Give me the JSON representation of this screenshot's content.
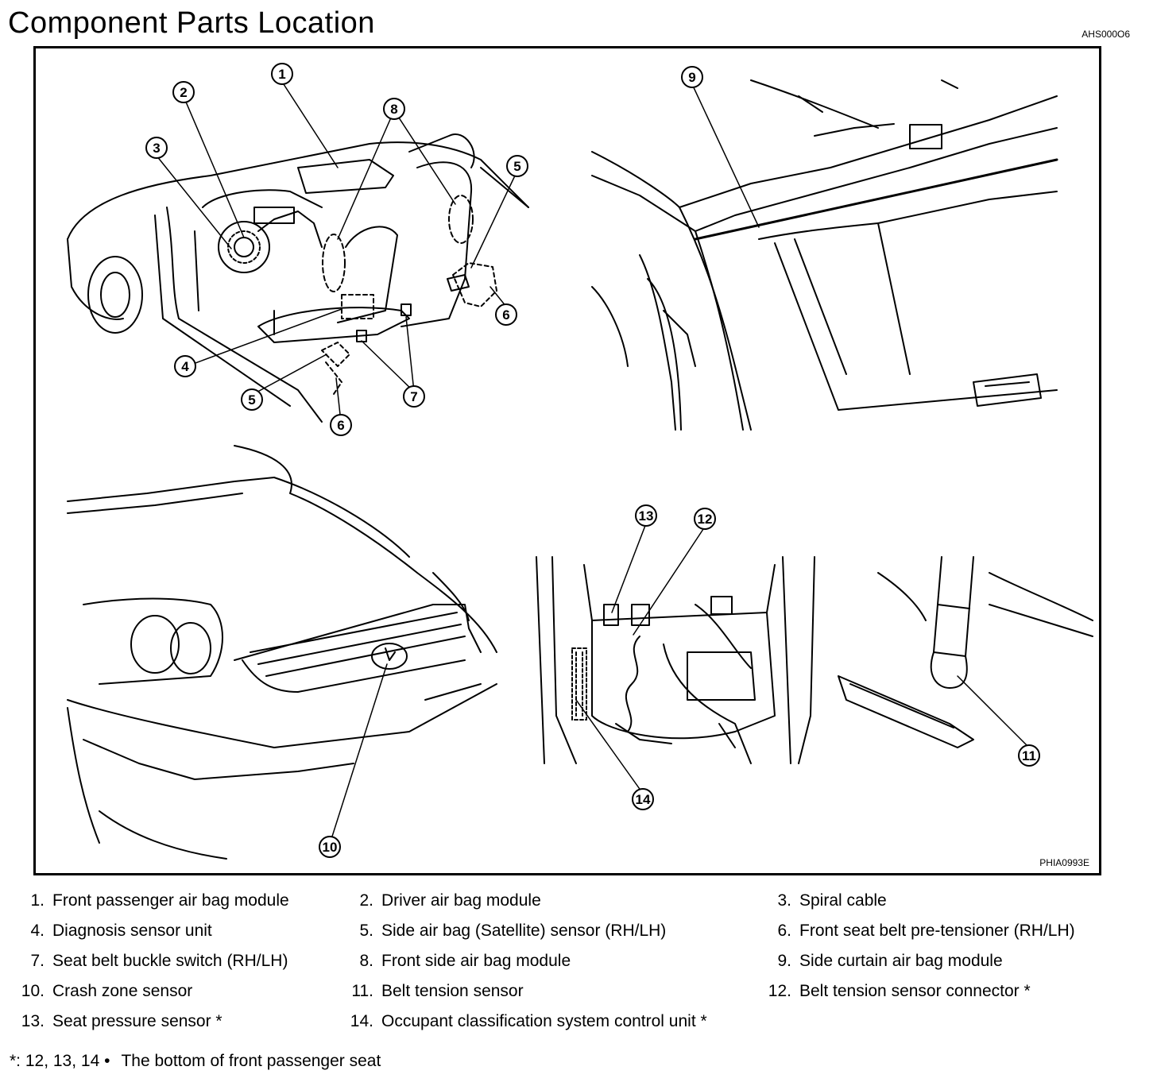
{
  "header": {
    "title": "Component Parts Location",
    "ref_code": "AHS000O6"
  },
  "figure": {
    "figure_code": "PHIA0993E",
    "callouts": [
      "1",
      "2",
      "3",
      "4",
      "5",
      "5",
      "6",
      "6",
      "7",
      "7",
      "8",
      "9",
      "10",
      "11",
      "12",
      "13",
      "14"
    ]
  },
  "legend": [
    {
      "num": "1.",
      "text": "Front passenger air bag module"
    },
    {
      "num": "2.",
      "text": "Driver air bag module"
    },
    {
      "num": "3.",
      "text": "Spiral cable"
    },
    {
      "num": "4.",
      "text": "Diagnosis sensor unit"
    },
    {
      "num": "5.",
      "text": "Side air bag (Satellite) sensor (RH/LH)"
    },
    {
      "num": "6.",
      "text": "Front seat belt pre-tensioner (RH/LH)"
    },
    {
      "num": "7.",
      "text": "Seat belt buckle switch (RH/LH)"
    },
    {
      "num": "8.",
      "text": "Front side air bag module"
    },
    {
      "num": "9.",
      "text": "Side curtain air bag module"
    },
    {
      "num": "10.",
      "text": "Crash zone sensor"
    },
    {
      "num": "11.",
      "text": "Belt tension sensor"
    },
    {
      "num": "12.",
      "text": "Belt tension sensor connector *"
    },
    {
      "num": "13.",
      "text": "Seat pressure sensor *"
    },
    {
      "num": "14.",
      "text": "Occupant classification system control unit *"
    }
  ],
  "footnote": {
    "marker": "*: 12, 13, 14 •",
    "text": "The bottom of front passenger seat"
  }
}
